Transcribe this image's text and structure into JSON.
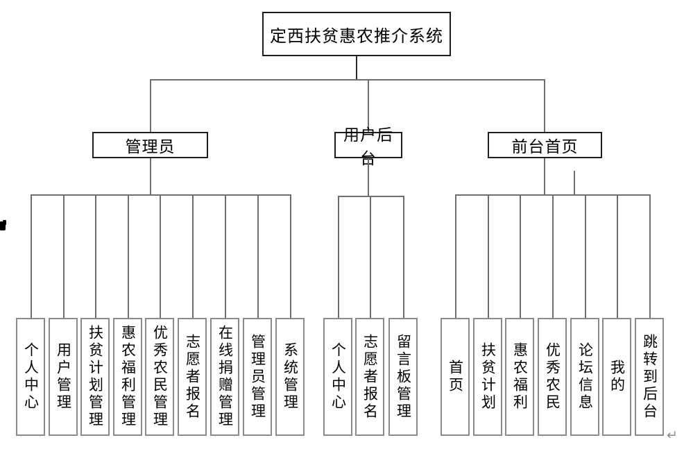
{
  "root": {
    "label": "定西扶贫惠农推介系统"
  },
  "branches": [
    {
      "label": "管理员",
      "children": [
        "个人中心",
        "用户管理",
        "扶贫计划管理",
        "惠农福利管理",
        "优秀农民管理",
        "志愿者报名",
        "在线捐赠管理",
        "管理员管理",
        "系统管理"
      ]
    },
    {
      "label": "用户后台",
      "children": [
        "个人中心",
        "志愿者报名",
        "留言板管理"
      ]
    },
    {
      "label": "前台首页",
      "children": [
        "首页",
        "扶贫计划",
        "惠农福利",
        "优秀农民",
        "论坛信息",
        "我的",
        "跳转到后台"
      ]
    }
  ],
  "artifacts": {
    "return_mark": "↵"
  }
}
